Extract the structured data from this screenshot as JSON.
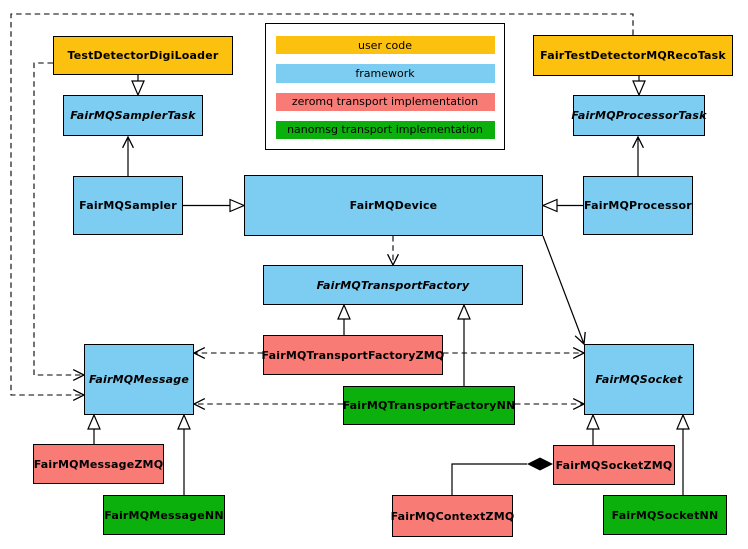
{
  "legend": {
    "items": [
      {
        "label": "user code",
        "color": "#FCC00E"
      },
      {
        "label": "framework",
        "color": "#7CCDF1"
      },
      {
        "label": "zeromq transport implementation",
        "color": "#F97B76"
      },
      {
        "label": "nanomsg transport implementation",
        "color": "#0CB00C"
      }
    ]
  },
  "nodes": {
    "testDetectorDigiLoader": {
      "label": "TestDetectorDigiLoader",
      "category": "user code"
    },
    "fairTestDetectorMQRecoTask": {
      "label": "FairTestDetectorMQRecoTask",
      "category": "user code"
    },
    "fairMQSamplerTask": {
      "label": "FairMQSamplerTask",
      "category": "framework",
      "abstract": true
    },
    "fairMQProcessorTask": {
      "label": "FairMQProcessorTask",
      "category": "framework",
      "abstract": true
    },
    "fairMQSampler": {
      "label": "FairMQSampler",
      "category": "framework"
    },
    "fairMQDevice": {
      "label": "FairMQDevice",
      "category": "framework"
    },
    "fairMQProcessor": {
      "label": "FairMQProcessor",
      "category": "framework"
    },
    "fairMQTransportFactory": {
      "label": "FairMQTransportFactory",
      "category": "framework",
      "abstract": true
    },
    "fairMQMessage": {
      "label": "FairMQMessage",
      "category": "framework",
      "abstract": true
    },
    "fairMQSocket": {
      "label": "FairMQSocket",
      "category": "framework",
      "abstract": true
    },
    "fairMQTransportFactoryZMQ": {
      "label": "FairMQTransportFactoryZMQ",
      "category": "zeromq transport implementation"
    },
    "fairMQMessageZMQ": {
      "label": "FairMQMessageZMQ",
      "category": "zeromq transport implementation"
    },
    "fairMQSocketZMQ": {
      "label": "FairMQSocketZMQ",
      "category": "zeromq transport implementation"
    },
    "fairMQContextZMQ": {
      "label": "FairMQContextZMQ",
      "category": "zeromq transport implementation"
    },
    "fairMQTransportFactoryNN": {
      "label": "FairMQTransportFactoryNN",
      "category": "nanomsg transport implementation"
    },
    "fairMQMessageNN": {
      "label": "FairMQMessageNN",
      "category": "nanomsg transport implementation"
    },
    "fairMQSocketNN": {
      "label": "FairMQSocketNN",
      "category": "nanomsg transport implementation"
    }
  },
  "edges": [
    {
      "from": "TestDetectorDigiLoader",
      "to": "FairMQSamplerTask",
      "head": "hollow-triangle",
      "line": "solid"
    },
    {
      "from": "FairMQSampler",
      "to": "FairMQSamplerTask",
      "head": "open-vee",
      "line": "solid"
    },
    {
      "from": "FairMQSampler",
      "to": "FairMQDevice",
      "head": "hollow-triangle",
      "line": "solid"
    },
    {
      "from": "FairMQProcessor",
      "to": "FairMQDevice",
      "head": "hollow-triangle",
      "line": "solid"
    },
    {
      "from": "FairTestDetectorMQRecoTask",
      "to": "FairMQProcessorTask",
      "head": "hollow-triangle",
      "line": "solid"
    },
    {
      "from": "FairMQProcessor",
      "to": "FairMQProcessorTask",
      "head": "open-vee",
      "line": "solid"
    },
    {
      "from": "FairMQDevice",
      "to": "FairMQTransportFactory",
      "head": "open-vee",
      "line": "dashed"
    },
    {
      "from": "FairMQDevice",
      "to": "FairMQSocket",
      "head": "open-vee",
      "line": "solid"
    },
    {
      "from": "FairMQTransportFactoryZMQ",
      "to": "FairMQTransportFactory",
      "head": "hollow-triangle",
      "line": "solid"
    },
    {
      "from": "FairMQTransportFactoryNN",
      "to": "FairMQTransportFactory",
      "head": "hollow-triangle",
      "line": "solid"
    },
    {
      "from": "FairMQTransportFactoryZMQ",
      "to": "FairMQMessage",
      "head": "open-vee",
      "line": "dashed"
    },
    {
      "from": "FairMQTransportFactoryZMQ",
      "to": "FairMQSocket",
      "head": "open-vee",
      "line": "dashed"
    },
    {
      "from": "FairMQTransportFactoryNN",
      "to": "FairMQMessage",
      "head": "open-vee",
      "line": "dashed"
    },
    {
      "from": "FairMQTransportFactoryNN",
      "to": "FairMQSocket",
      "head": "open-vee",
      "line": "dashed"
    },
    {
      "from": "TestDetectorDigiLoader",
      "to": "FairMQMessage",
      "head": "open-vee",
      "line": "dashed"
    },
    {
      "from": "FairTestDetectorMQRecoTask",
      "to": "FairMQMessage",
      "head": "open-vee",
      "line": "dashed"
    },
    {
      "from": "FairMQMessageZMQ",
      "to": "FairMQMessage",
      "head": "hollow-triangle",
      "line": "solid"
    },
    {
      "from": "FairMQMessageNN",
      "to": "FairMQMessage",
      "head": "hollow-triangle",
      "line": "solid"
    },
    {
      "from": "FairMQSocketZMQ",
      "to": "FairMQSocket",
      "head": "hollow-triangle",
      "line": "solid"
    },
    {
      "from": "FairMQSocketNN",
      "to": "FairMQSocket",
      "head": "hollow-triangle",
      "line": "solid"
    },
    {
      "from": "FairMQContextZMQ",
      "to": "FairMQSocketZMQ",
      "head": "filled-diamond",
      "line": "solid"
    }
  ]
}
